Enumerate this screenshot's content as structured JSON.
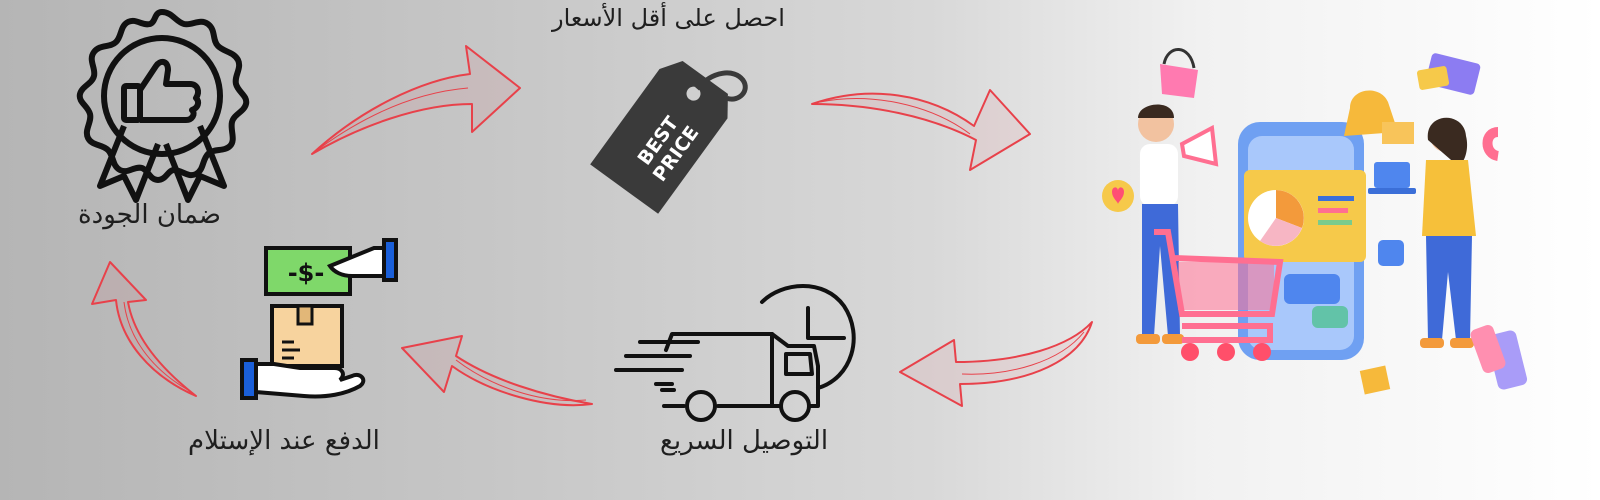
{
  "steps": {
    "lowest_prices": "احصل على أقل الأسعار",
    "quality": "ضمان الجودة",
    "cash_on_delivery": "الدفع عند الإستلام",
    "fast_delivery": "التوصيل السريع"
  },
  "tag": {
    "line1": "BEST",
    "line2": "PRICE"
  },
  "money_symbol": "-$-",
  "icons": [
    "quality-badge-icon",
    "best-price-tag-icon",
    "cash-on-delivery-icon",
    "fast-delivery-truck-icon",
    "online-shopping-illustration"
  ],
  "colors": {
    "arrow": "#e8414a",
    "icon": "#111111",
    "tag": "#3a3a3a",
    "money": "#7fd86a",
    "box": "#f7d39e",
    "cuff": "#1a5fd9"
  }
}
